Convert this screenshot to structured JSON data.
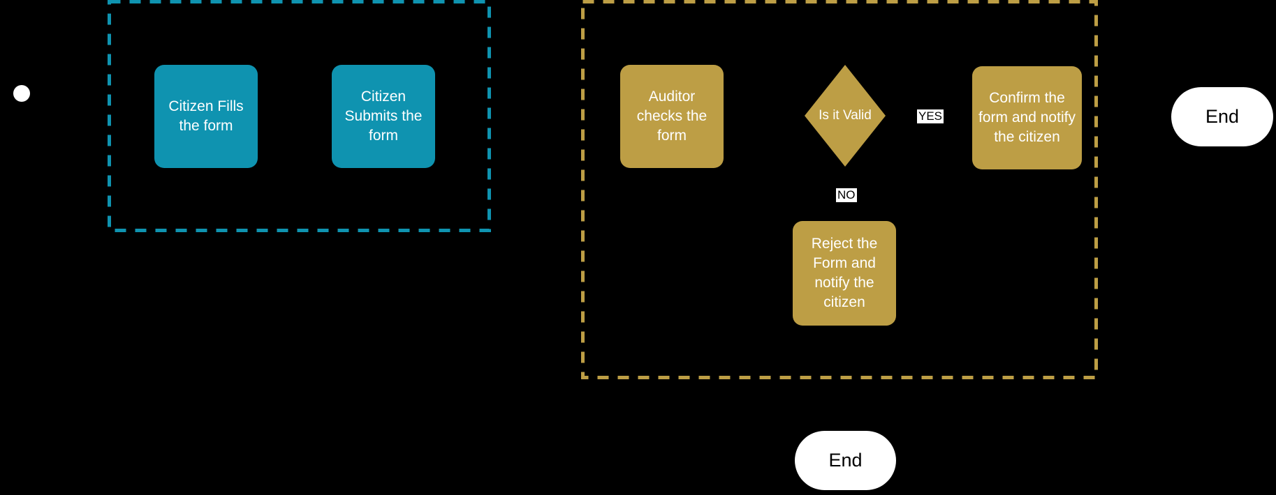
{
  "colors": {
    "bg": "#000000",
    "teal": "#0f93b0",
    "gold": "#bd9e45",
    "node-text": "#ffffff",
    "label-bg": "#ffffff",
    "label-text": "#000000"
  },
  "flowchart": {
    "nodes": {
      "fills": {
        "label": "Citizen Fills the form"
      },
      "submits": {
        "label": "Citizen Submits the form"
      },
      "auditor": {
        "label": "Auditor checks the form"
      },
      "decision": {
        "label": "Is it Valid"
      },
      "confirm": {
        "label": "Confirm the form and notify the citizen"
      },
      "reject": {
        "label": "Reject the Form and notify the citizen"
      },
      "end_right": {
        "label": "End"
      },
      "end_bottom": {
        "label": "End"
      }
    },
    "edge_labels": {
      "yes": "YES",
      "no": "NO"
    }
  }
}
